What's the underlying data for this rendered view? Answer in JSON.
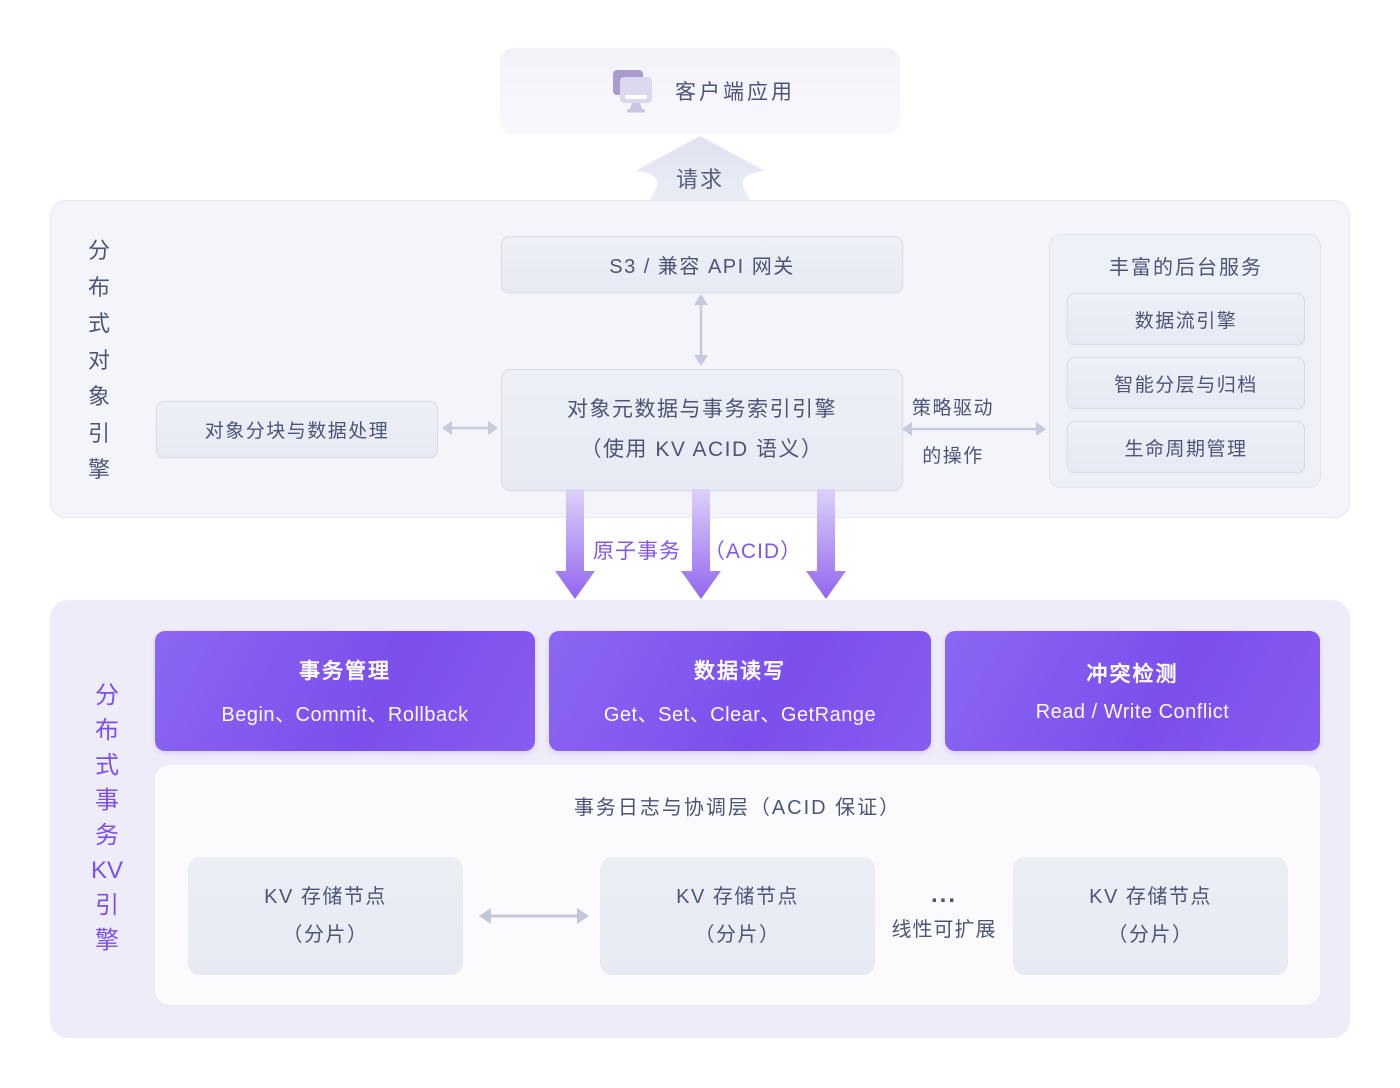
{
  "client": {
    "label": "客户端应用"
  },
  "request_label": "请求",
  "object_engine": {
    "title_chars": [
      "分",
      "布",
      "式",
      "对",
      "象",
      "引",
      "擎"
    ],
    "gateway_label": "S3 / 兼容 API 网关",
    "metadata_line1": "对象元数据与事务索引引擎",
    "metadata_line2": "（使用 KV ACID 语义）",
    "chunking_label": "对象分块与数据处理",
    "policy_line1": "策略驱动",
    "policy_line2": "的操作",
    "backend": {
      "title": "丰富的后台服务",
      "items": [
        "数据流引擎",
        "智能分层与归档",
        "生命周期管理"
      ]
    }
  },
  "atomic": {
    "label1": "原子事务",
    "label2": "（ACID）"
  },
  "kv_engine": {
    "title_chars": [
      "分",
      "布",
      "式",
      "事",
      "务",
      "KV",
      "引",
      "擎"
    ],
    "cards": [
      {
        "title": "事务管理",
        "subtitle": "Begin、Commit、Rollback"
      },
      {
        "title": "数据读写",
        "subtitle": "Get、Set、Clear、GetRange"
      },
      {
        "title": "冲突检测",
        "subtitle": "Read / Write Conflict"
      }
    ],
    "coordination": {
      "title": "事务日志与协调层（ACID 保证）",
      "nodes": [
        {
          "line1": "KV 存储节点",
          "line2": "（分片）"
        },
        {
          "line1": "KV 存储节点",
          "line2": "（分片）"
        },
        {
          "line1": "KV 存储节点",
          "line2": "（分片）"
        }
      ],
      "scalable_dots": "...",
      "scalable_label": "线性可扩展"
    }
  },
  "colors": {
    "accent_purple": "#7b50ee",
    "purple_card_from": "#8b67f2",
    "purple_card_to": "#7c4fec",
    "arrow_gray": "#c5cadd",
    "text_dark": "#4b5577",
    "section1_bg": "#f4f5fb",
    "section2_bg": "#efecfa",
    "vertical_title2_color": "#7a4ff2"
  }
}
